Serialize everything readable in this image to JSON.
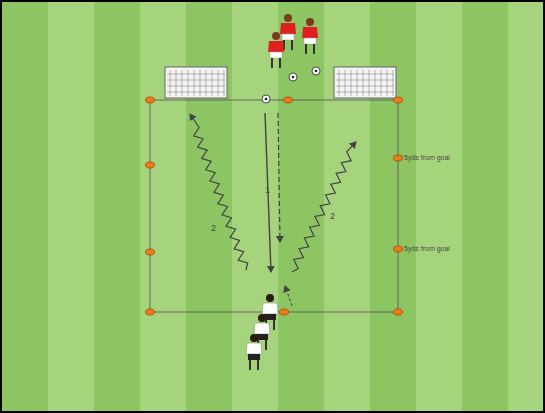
{
  "diagram": {
    "labels": [
      "5yds from goal",
      "1",
      "2",
      "2",
      "5yds from goal"
    ]
  }
}
